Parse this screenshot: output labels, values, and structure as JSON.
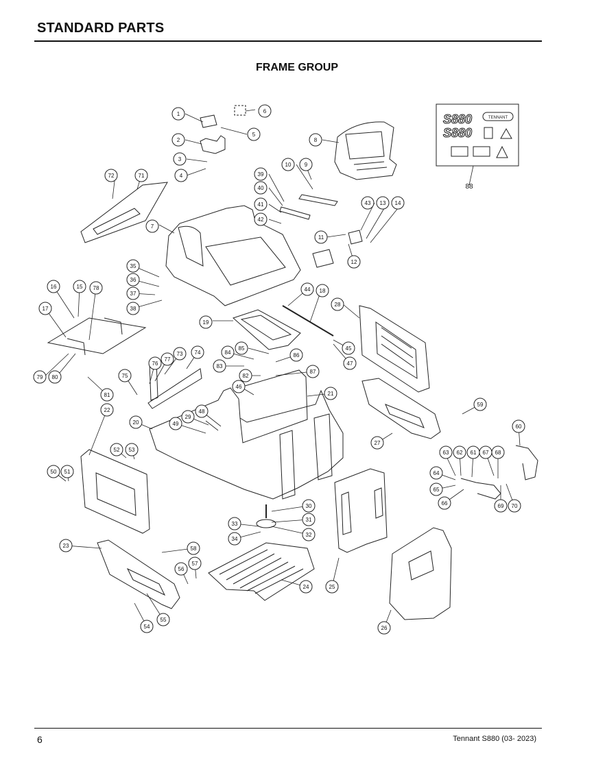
{
  "header": {
    "section_title": "STANDARD PARTS"
  },
  "diagram": {
    "title": "FRAME GROUP",
    "decal_label": "S880",
    "decal_badge": "TENNANT",
    "callouts": [
      {
        "n": "1"
      },
      {
        "n": "2"
      },
      {
        "n": "3"
      },
      {
        "n": "4"
      },
      {
        "n": "5"
      },
      {
        "n": "6"
      },
      {
        "n": "7"
      },
      {
        "n": "8"
      },
      {
        "n": "9"
      },
      {
        "n": "10"
      },
      {
        "n": "11"
      },
      {
        "n": "12"
      },
      {
        "n": "13"
      },
      {
        "n": "14"
      },
      {
        "n": "15"
      },
      {
        "n": "16"
      },
      {
        "n": "17"
      },
      {
        "n": "18"
      },
      {
        "n": "19"
      },
      {
        "n": "20"
      },
      {
        "n": "21"
      },
      {
        "n": "22"
      },
      {
        "n": "23"
      },
      {
        "n": "24"
      },
      {
        "n": "25"
      },
      {
        "n": "26"
      },
      {
        "n": "27"
      },
      {
        "n": "28"
      },
      {
        "n": "29"
      },
      {
        "n": "30"
      },
      {
        "n": "31"
      },
      {
        "n": "32"
      },
      {
        "n": "33"
      },
      {
        "n": "34"
      },
      {
        "n": "35"
      },
      {
        "n": "36"
      },
      {
        "n": "37"
      },
      {
        "n": "38"
      },
      {
        "n": "39"
      },
      {
        "n": "40"
      },
      {
        "n": "41"
      },
      {
        "n": "42"
      },
      {
        "n": "43"
      },
      {
        "n": "44"
      },
      {
        "n": "45"
      },
      {
        "n": "46"
      },
      {
        "n": "47"
      },
      {
        "n": "48"
      },
      {
        "n": "49"
      },
      {
        "n": "50"
      },
      {
        "n": "51"
      },
      {
        "n": "52"
      },
      {
        "n": "53"
      },
      {
        "n": "54"
      },
      {
        "n": "55"
      },
      {
        "n": "56"
      },
      {
        "n": "57"
      },
      {
        "n": "58"
      },
      {
        "n": "59"
      },
      {
        "n": "60"
      },
      {
        "n": "61"
      },
      {
        "n": "62"
      },
      {
        "n": "63"
      },
      {
        "n": "64"
      },
      {
        "n": "65"
      },
      {
        "n": "66"
      },
      {
        "n": "67"
      },
      {
        "n": "68"
      },
      {
        "n": "69"
      },
      {
        "n": "70"
      },
      {
        "n": "71"
      },
      {
        "n": "72"
      },
      {
        "n": "73"
      },
      {
        "n": "74"
      },
      {
        "n": "75"
      },
      {
        "n": "76"
      },
      {
        "n": "77"
      },
      {
        "n": "78"
      },
      {
        "n": "79"
      },
      {
        "n": "80"
      },
      {
        "n": "81"
      },
      {
        "n": "82"
      },
      {
        "n": "83"
      },
      {
        "n": "84"
      },
      {
        "n": "85"
      },
      {
        "n": "86"
      },
      {
        "n": "87"
      },
      {
        "n": "88"
      }
    ]
  },
  "footer": {
    "page_number": "6",
    "document_label": "Tennant S880  (03- 2023)"
  }
}
